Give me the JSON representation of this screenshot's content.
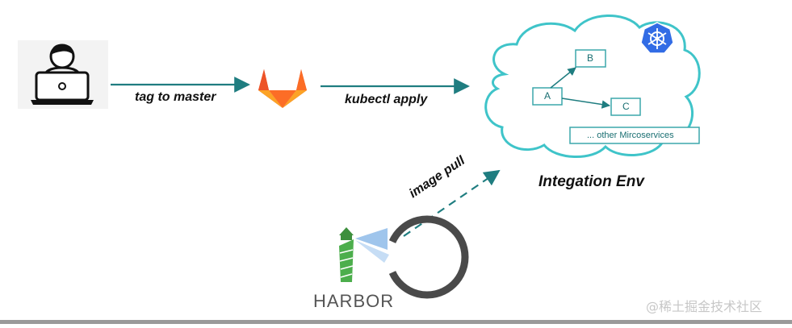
{
  "labels": {
    "tag_to_master": "tag to master",
    "kubectl_apply": "kubectl apply",
    "image_pull": "image pull",
    "integration_env": "Integation Env",
    "harbor": "HARBOR",
    "watermark": "@稀土掘金技术社区"
  },
  "services": {
    "a": "A",
    "b": "B",
    "c": "C",
    "others": "... other Mircoservices"
  },
  "icons": {
    "developer": "developer-laptop-icon",
    "gitlab": "gitlab-logo-icon",
    "kubernetes": "kubernetes-helm-icon",
    "harbor": "harbor-lighthouse-logo"
  },
  "colors": {
    "arrow": "#1f7d80",
    "cloud_stroke": "#3fc4c9",
    "node_stroke": "#3ba7ab",
    "gitlab_orange": "#fc6d26",
    "gitlab_red": "#e24329",
    "gitlab_light": "#fca326",
    "k8s_blue": "#326ce5",
    "harbor_green": "#4cae4c",
    "harbor_ring": "#4a4a4a",
    "harbor_beam": "#7fb2e5"
  }
}
